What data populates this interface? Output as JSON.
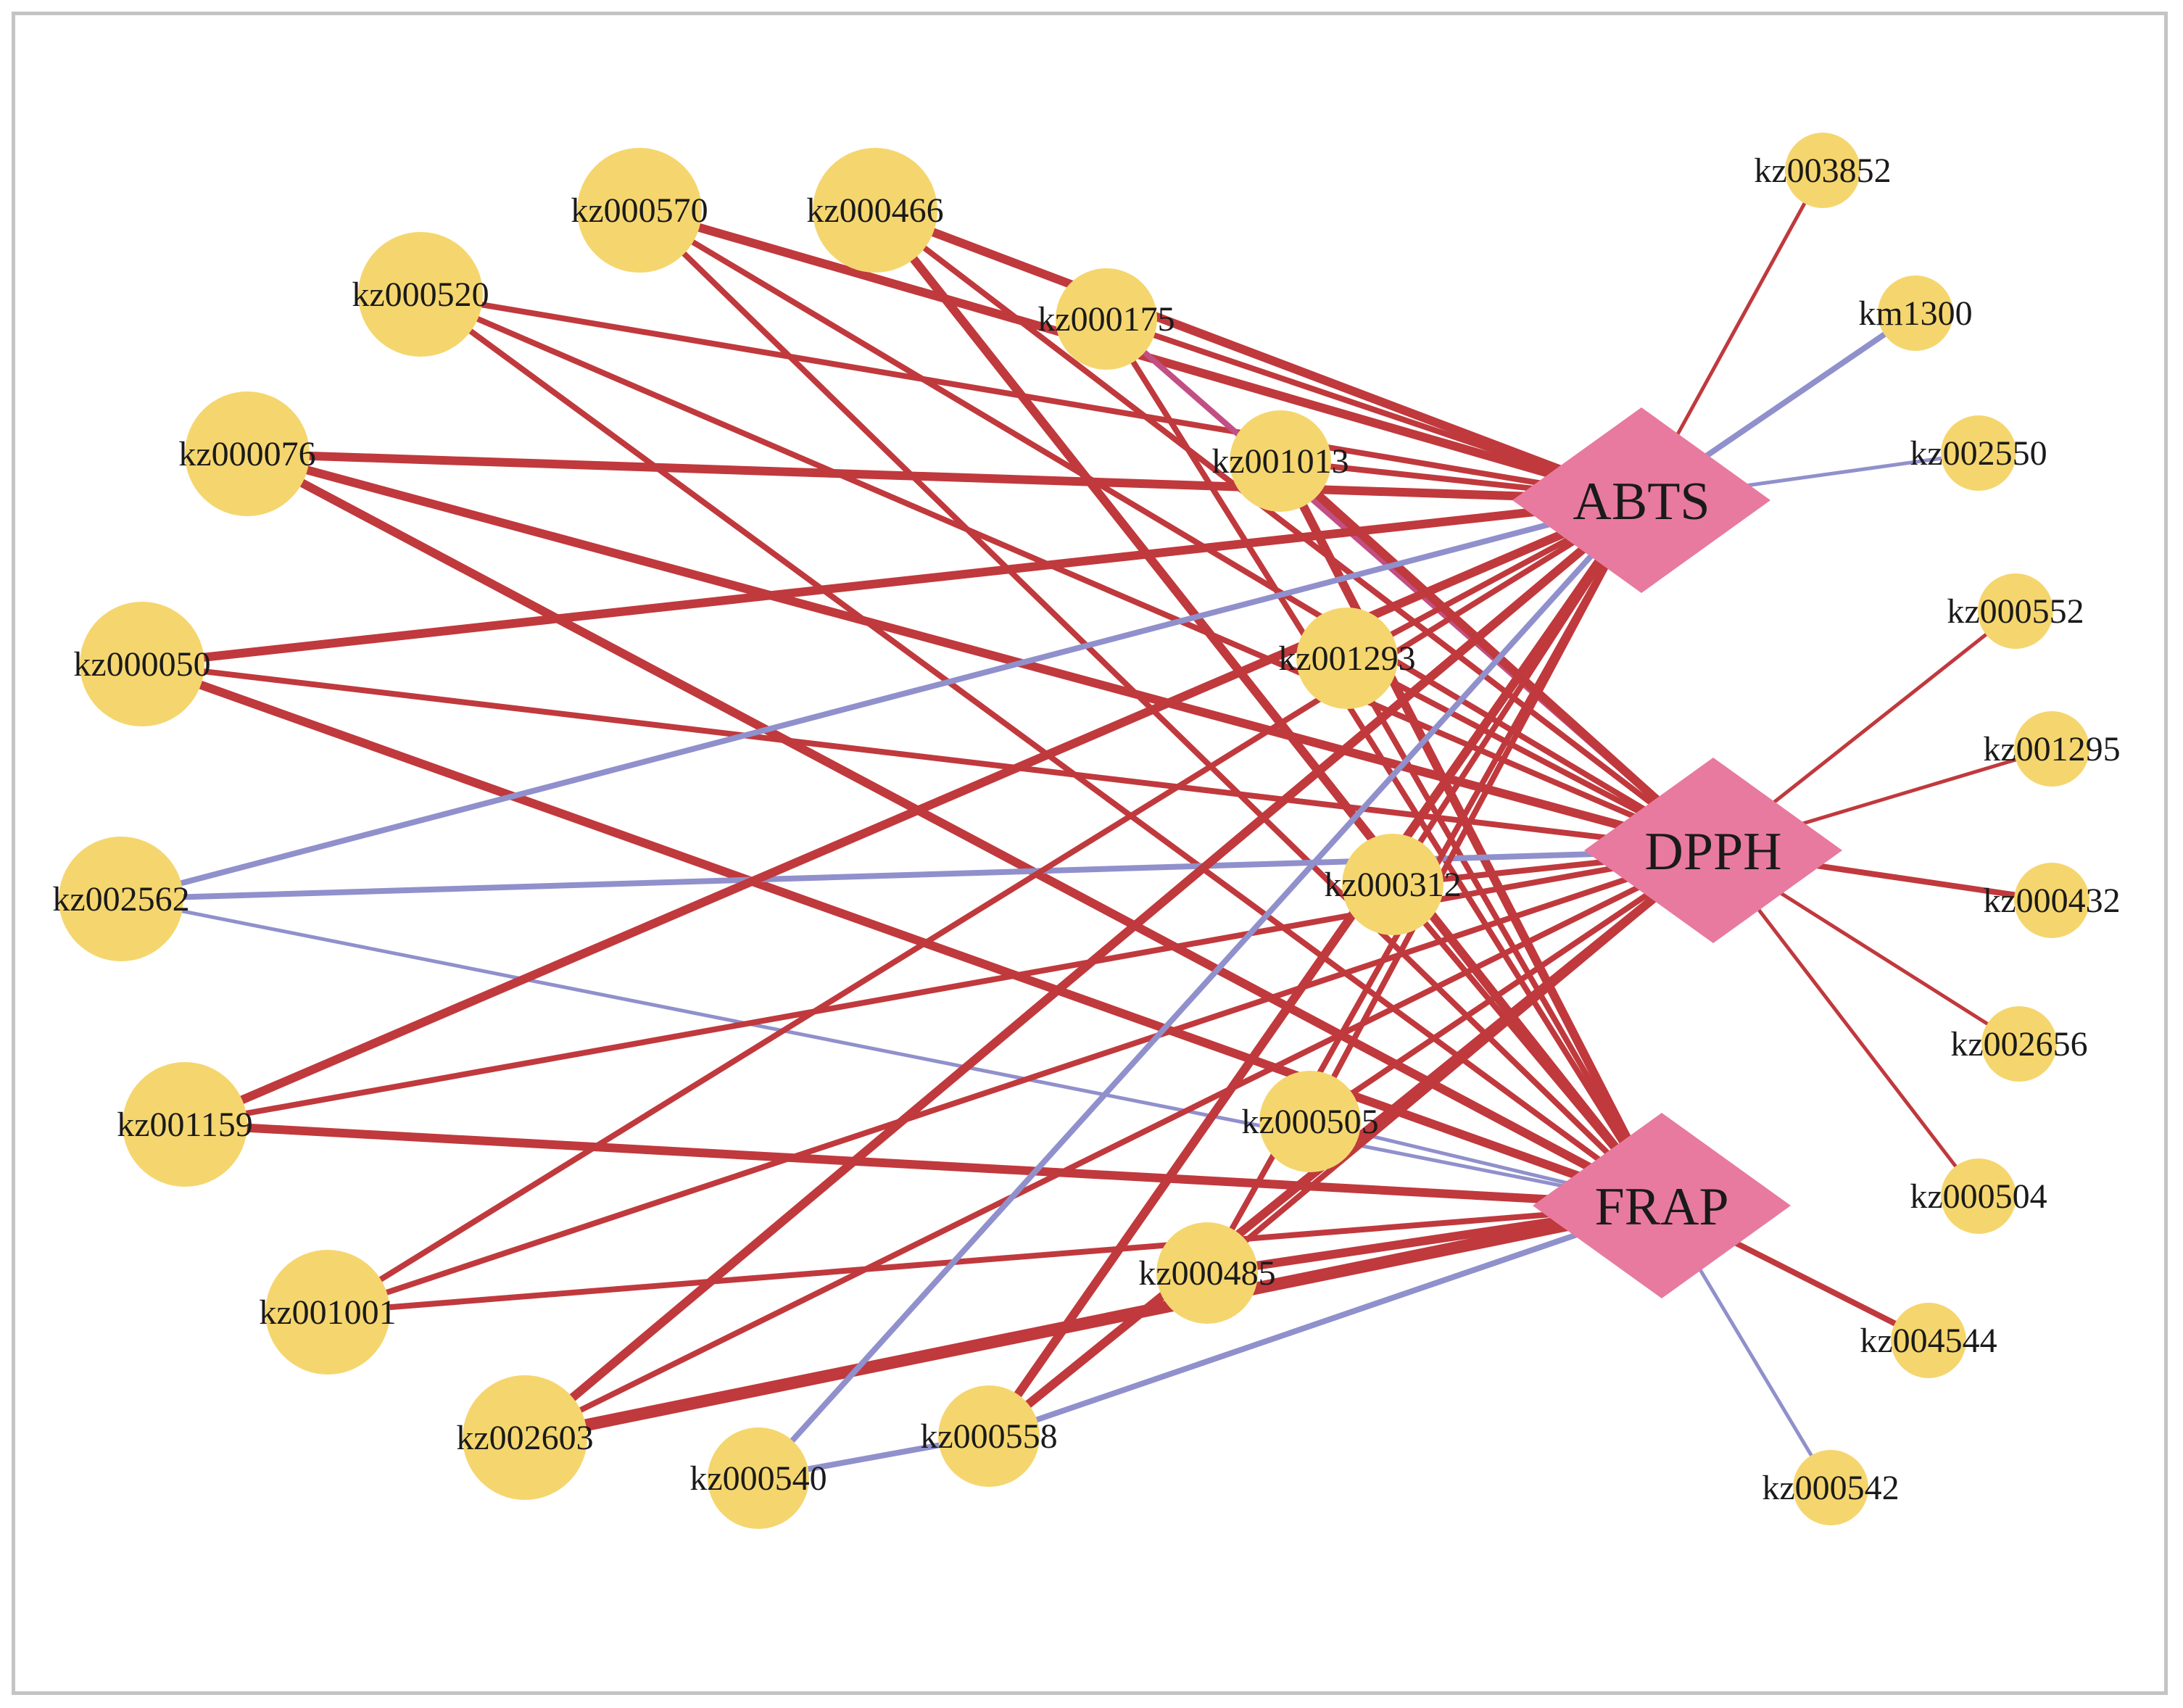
{
  "colors": {
    "positive_edge": "#c0393d",
    "negative_edge": "#9090cc",
    "compound_node": "#f5d66e",
    "assay_node": "#e87a9f",
    "frame": "#c4c4c4"
  },
  "assays": [
    {
      "id": "ABTS",
      "label": "ABTS"
    },
    {
      "id": "DPPH",
      "label": "DPPH"
    },
    {
      "id": "FRAP",
      "label": "FRAP"
    }
  ],
  "compounds": [
    {
      "id": "kz000570",
      "label": "kz000570"
    },
    {
      "id": "kz000466",
      "label": "kz000466"
    },
    {
      "id": "kz000520",
      "label": "kz000520"
    },
    {
      "id": "kz000175",
      "label": "kz000175"
    },
    {
      "id": "kz000076",
      "label": "kz000076"
    },
    {
      "id": "kz001013",
      "label": "kz001013"
    },
    {
      "id": "kz000050",
      "label": "kz000050"
    },
    {
      "id": "kz001293",
      "label": "kz001293"
    },
    {
      "id": "kz002562",
      "label": "kz002562"
    },
    {
      "id": "kz000312",
      "label": "kz000312"
    },
    {
      "id": "kz001159",
      "label": "kz001159"
    },
    {
      "id": "kz000505",
      "label": "kz000505"
    },
    {
      "id": "kz001001",
      "label": "kz001001"
    },
    {
      "id": "kz000485",
      "label": "kz000485"
    },
    {
      "id": "kz002603",
      "label": "kz002603"
    },
    {
      "id": "kz000540",
      "label": "kz000540"
    },
    {
      "id": "kz000558",
      "label": "kz000558"
    },
    {
      "id": "kz003852",
      "label": "kz003852"
    },
    {
      "id": "km1300",
      "label": "km1300"
    },
    {
      "id": "kz002550",
      "label": "kz002550"
    },
    {
      "id": "kz000552",
      "label": "kz000552"
    },
    {
      "id": "kz001295",
      "label": "kz001295"
    },
    {
      "id": "kz000432",
      "label": "kz000432"
    },
    {
      "id": "kz002656",
      "label": "kz002656"
    },
    {
      "id": "kz000504",
      "label": "kz000504"
    },
    {
      "id": "kz004544",
      "label": "kz004544"
    },
    {
      "id": "kz000542",
      "label": "kz000542"
    }
  ],
  "edges": [
    {
      "from": "kz000466",
      "to": "ABTS",
      "sign": "positive",
      "weight": "strong"
    },
    {
      "from": "kz000466",
      "to": "DPPH",
      "sign": "positive",
      "weight": "medium"
    },
    {
      "from": "kz000466",
      "to": "FRAP",
      "sign": "positive",
      "weight": "strong"
    },
    {
      "from": "kz000570",
      "to": "ABTS",
      "sign": "positive",
      "weight": "strong"
    },
    {
      "from": "kz000570",
      "to": "DPPH",
      "sign": "positive",
      "weight": "medium"
    },
    {
      "from": "kz000570",
      "to": "FRAP",
      "sign": "positive",
      "weight": "medium"
    },
    {
      "from": "kz000520",
      "to": "ABTS",
      "sign": "positive",
      "weight": "medium"
    },
    {
      "from": "kz000520",
      "to": "DPPH",
      "sign": "positive",
      "weight": "medium"
    },
    {
      "from": "kz000520",
      "to": "FRAP",
      "sign": "positive",
      "weight": "medium"
    },
    {
      "from": "kz000175",
      "to": "ABTS",
      "sign": "positive",
      "weight": "medium"
    },
    {
      "from": "kz000175",
      "to": "DPPH",
      "sign": "mixed",
      "weight": "medium"
    },
    {
      "from": "kz000175",
      "to": "FRAP",
      "sign": "positive",
      "weight": "medium"
    },
    {
      "from": "kz000076",
      "to": "ABTS",
      "sign": "positive",
      "weight": "strong"
    },
    {
      "from": "kz000076",
      "to": "DPPH",
      "sign": "positive",
      "weight": "strong"
    },
    {
      "from": "kz000076",
      "to": "FRAP",
      "sign": "positive",
      "weight": "strong"
    },
    {
      "from": "kz001013",
      "to": "ABTS",
      "sign": "positive",
      "weight": "medium"
    },
    {
      "from": "kz001013",
      "to": "DPPH",
      "sign": "positive",
      "weight": "strong"
    },
    {
      "from": "kz001013",
      "to": "FRAP",
      "sign": "positive",
      "weight": "strong"
    },
    {
      "from": "kz000050",
      "to": "ABTS",
      "sign": "positive",
      "weight": "strong"
    },
    {
      "from": "kz000050",
      "to": "DPPH",
      "sign": "positive",
      "weight": "medium"
    },
    {
      "from": "kz000050",
      "to": "FRAP",
      "sign": "positive",
      "weight": "strong"
    },
    {
      "from": "kz001293",
      "to": "ABTS",
      "sign": "positive",
      "weight": "medium"
    },
    {
      "from": "kz001293",
      "to": "DPPH",
      "sign": "positive",
      "weight": "medium"
    },
    {
      "from": "kz001293",
      "to": "FRAP",
      "sign": "positive",
      "weight": "medium"
    },
    {
      "from": "kz002562",
      "to": "ABTS",
      "sign": "negative",
      "weight": "medium"
    },
    {
      "from": "kz002562",
      "to": "DPPH",
      "sign": "negative",
      "weight": "medium"
    },
    {
      "from": "kz002562",
      "to": "FRAP",
      "sign": "negative",
      "weight": "thin"
    },
    {
      "from": "kz000312",
      "to": "ABTS",
      "sign": "positive",
      "weight": "medium"
    },
    {
      "from": "kz000312",
      "to": "DPPH",
      "sign": "positive",
      "weight": "medium"
    },
    {
      "from": "kz000312",
      "to": "FRAP",
      "sign": "positive",
      "weight": "medium"
    },
    {
      "from": "kz001159",
      "to": "ABTS",
      "sign": "positive",
      "weight": "strong"
    },
    {
      "from": "kz001159",
      "to": "DPPH",
      "sign": "positive",
      "weight": "medium"
    },
    {
      "from": "kz001159",
      "to": "FRAP",
      "sign": "positive",
      "weight": "strong"
    },
    {
      "from": "kz000505",
      "to": "ABTS",
      "sign": "positive",
      "weight": "medium"
    },
    {
      "from": "kz000505",
      "to": "DPPH",
      "sign": "positive",
      "weight": "medium"
    },
    {
      "from": "kz000505",
      "to": "FRAP",
      "sign": "negative",
      "weight": "thin"
    },
    {
      "from": "kz001001",
      "to": "ABTS",
      "sign": "positive",
      "weight": "medium"
    },
    {
      "from": "kz001001",
      "to": "DPPH",
      "sign": "positive",
      "weight": "medium"
    },
    {
      "from": "kz001001",
      "to": "FRAP",
      "sign": "positive",
      "weight": "medium"
    },
    {
      "from": "kz000485",
      "to": "ABTS",
      "sign": "positive",
      "weight": "medium"
    },
    {
      "from": "kz000485",
      "to": "DPPH",
      "sign": "positive",
      "weight": "medium"
    },
    {
      "from": "kz000485",
      "to": "FRAP",
      "sign": "positive",
      "weight": "strong"
    },
    {
      "from": "kz002603",
      "to": "ABTS",
      "sign": "positive",
      "weight": "strong"
    },
    {
      "from": "kz002603",
      "to": "DPPH",
      "sign": "positive",
      "weight": "medium"
    },
    {
      "from": "kz002603",
      "to": "FRAP",
      "sign": "positive",
      "weight": "xstrong"
    },
    {
      "from": "kz000540",
      "to": "ABTS",
      "sign": "negative",
      "weight": "medium"
    },
    {
      "from": "kz000540",
      "to": "kz000558",
      "sign": "negative",
      "weight": "medium"
    },
    {
      "from": "kz000558",
      "to": "ABTS",
      "sign": "positive",
      "weight": "strong"
    },
    {
      "from": "kz000558",
      "to": "DPPH",
      "sign": "positive",
      "weight": "strong"
    },
    {
      "from": "kz000558",
      "to": "FRAP",
      "sign": "negative",
      "weight": "medium"
    },
    {
      "from": "kz003852",
      "to": "ABTS",
      "sign": "positive",
      "weight": "thin"
    },
    {
      "from": "km1300",
      "to": "ABTS",
      "sign": "negative",
      "weight": "medium"
    },
    {
      "from": "kz002550",
      "to": "ABTS",
      "sign": "negative",
      "weight": "thin"
    },
    {
      "from": "kz000552",
      "to": "DPPH",
      "sign": "positive",
      "weight": "thin"
    },
    {
      "from": "kz001295",
      "to": "DPPH",
      "sign": "positive",
      "weight": "thin"
    },
    {
      "from": "kz000432",
      "to": "DPPH",
      "sign": "positive",
      "weight": "medium"
    },
    {
      "from": "kz002656",
      "to": "DPPH",
      "sign": "positive",
      "weight": "thin"
    },
    {
      "from": "kz000504",
      "to": "DPPH",
      "sign": "positive",
      "weight": "thin"
    },
    {
      "from": "kz004544",
      "to": "FRAP",
      "sign": "positive",
      "weight": "medium"
    },
    {
      "from": "kz000542",
      "to": "FRAP",
      "sign": "negative",
      "weight": "thin"
    }
  ]
}
